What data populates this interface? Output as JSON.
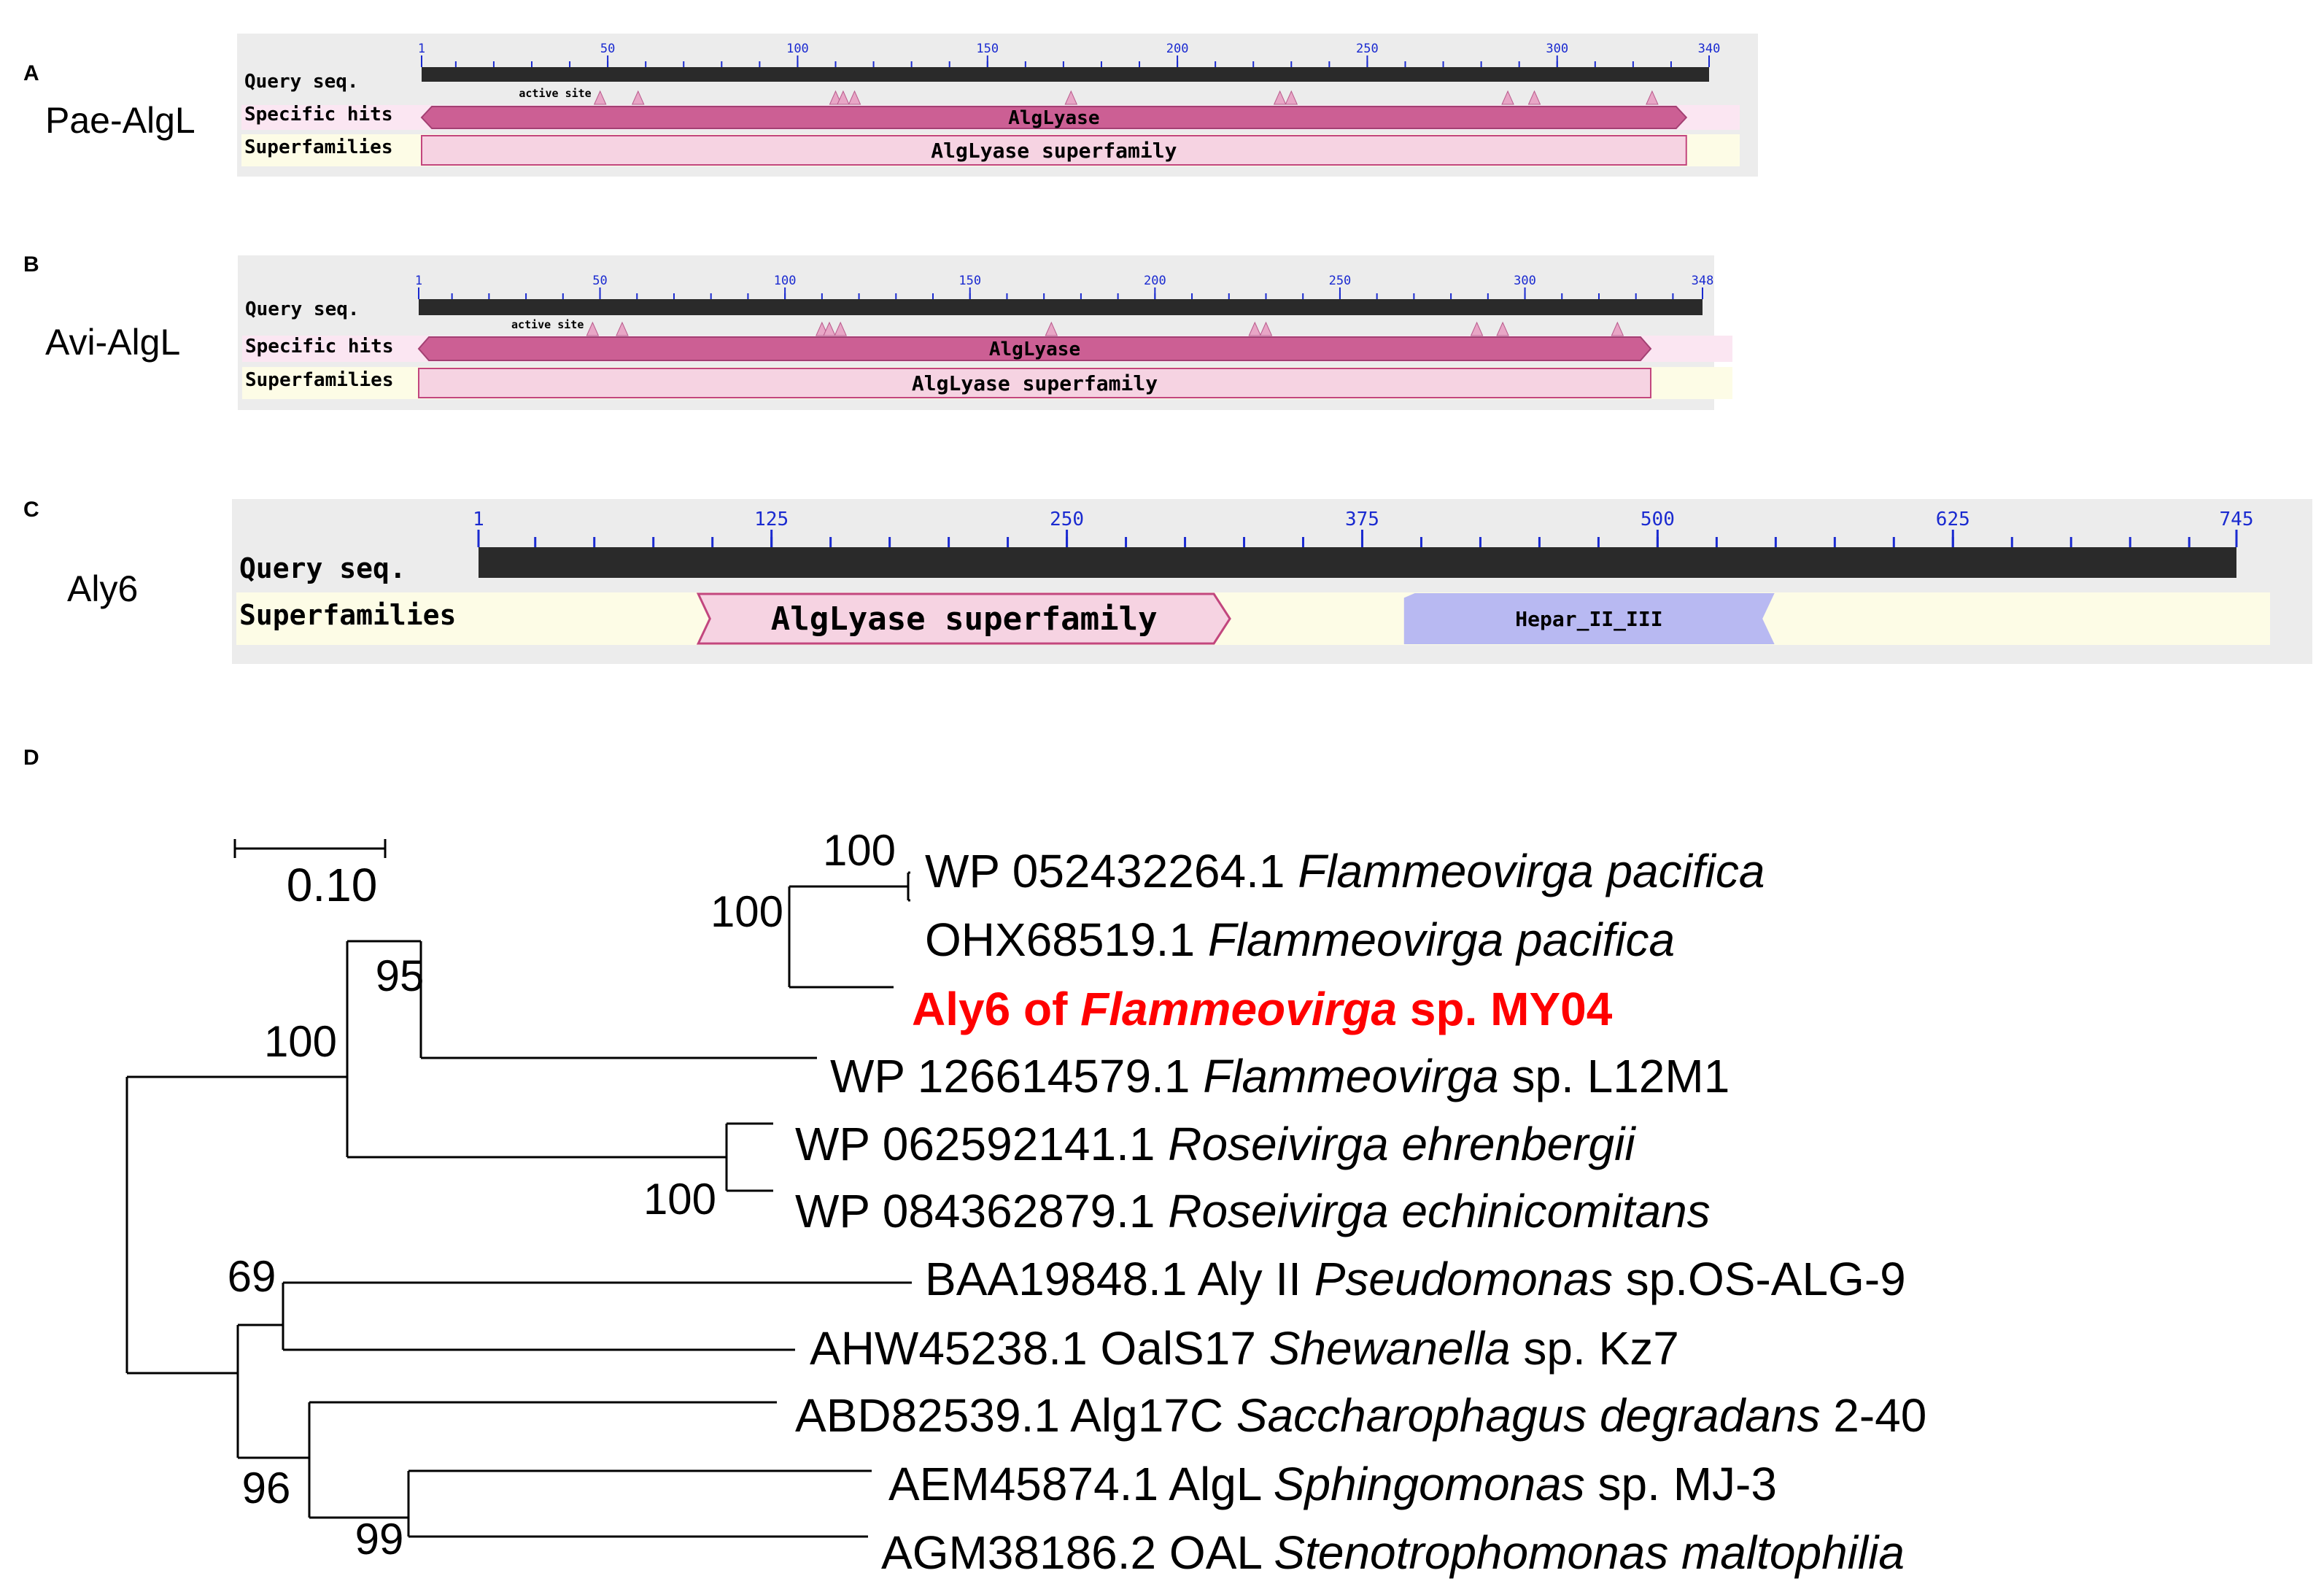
{
  "panels": [
    {
      "letter": "A",
      "protein": "Pae-AlgL",
      "row_labels": {
        "query": "Query seq.",
        "specific": "Specific hits",
        "superfamilies": "Superfamilies"
      },
      "active_site_label": "active site",
      "seq_length": 340,
      "ticks": [
        1,
        50,
        100,
        150,
        200,
        250,
        300,
        340
      ],
      "active_sites": [
        48,
        58,
        110,
        112,
        115,
        172,
        227,
        230,
        287,
        294,
        325
      ],
      "specific_hit": {
        "label": "AlgLyase",
        "start": 1,
        "end": 334,
        "color": "#cc5f94"
      },
      "superfamily": {
        "label": "AlgLyase superfamily",
        "start": 1,
        "end": 334
      }
    },
    {
      "letter": "B",
      "protein": "Avi-AlgL",
      "row_labels": {
        "query": "Query seq.",
        "specific": "Specific hits",
        "superfamilies": "Superfamilies"
      },
      "active_site_label": "active site",
      "seq_length": 348,
      "ticks": [
        1,
        50,
        100,
        150,
        200,
        250,
        300,
        348
      ],
      "active_sites": [
        48,
        56,
        110,
        112,
        115,
        172,
        227,
        230,
        287,
        294,
        325
      ],
      "specific_hit": {
        "label": "AlgLyase",
        "start": 1,
        "end": 334,
        "color": "#cc5f94"
      },
      "superfamily": {
        "label": "AlgLyase superfamily",
        "start": 1,
        "end": 334
      }
    },
    {
      "letter": "C",
      "protein": "Aly6",
      "row_labels": {
        "query": "Query seq.",
        "superfamilies": "Superfamilies"
      },
      "seq_length": 745,
      "ticks": [
        1,
        125,
        250,
        375,
        500,
        625,
        745
      ],
      "domains": [
        {
          "label": "AlgLyase superfamily",
          "start": 94,
          "end": 319,
          "color": "#f6d3e2",
          "stroke": "#c2467e"
        },
        {
          "label": "Hepar_II_III",
          "start": 393,
          "end": 549,
          "color": "#b8b9f2",
          "stroke": "#b8b9f2"
        }
      ]
    }
  ],
  "tree": {
    "letter": "D",
    "scale_label": "0.10",
    "highlight_color": "#ff0000",
    "leaves": [
      {
        "parts": [
          [
            "WP 052432264.1 ",
            false
          ],
          [
            "Flammeovirga pacifica",
            true
          ]
        ]
      },
      {
        "parts": [
          [
            "OHX68519.1 ",
            false
          ],
          [
            "Flammeovirga pacifica",
            true
          ]
        ]
      },
      {
        "highlight": true,
        "parts": [
          [
            "Aly6 of ",
            false
          ],
          [
            "Flammeovirga",
            true
          ],
          [
            " sp. MY04",
            false
          ]
        ]
      },
      {
        "parts": [
          [
            "WP 126614579.1 ",
            false
          ],
          [
            "Flammeovirga",
            true
          ],
          [
            " sp. L12M1",
            false
          ]
        ]
      },
      {
        "parts": [
          [
            "WP 062592141.1 ",
            false
          ],
          [
            "Roseivirga ehrenbergii",
            true
          ]
        ]
      },
      {
        "parts": [
          [
            "WP 084362879.1 ",
            false
          ],
          [
            "Roseivirga echinicomitans",
            true
          ]
        ]
      },
      {
        "parts": [
          [
            "BAA19848.1 Aly II ",
            false
          ],
          [
            "Pseudomonas",
            true
          ],
          [
            " sp.OS-ALG-9",
            false
          ]
        ]
      },
      {
        "parts": [
          [
            "AHW45238.1 OalS17 ",
            false
          ],
          [
            "Shewanella",
            true
          ],
          [
            " sp. Kz7",
            false
          ]
        ]
      },
      {
        "parts": [
          [
            "ABD82539.1 Alg17C ",
            false
          ],
          [
            "Saccharophagus degradans",
            true
          ],
          [
            " 2-40",
            false
          ]
        ]
      },
      {
        "parts": [
          [
            "AEM45874.1 AlgL ",
            false
          ],
          [
            "Sphingomonas",
            true
          ],
          [
            " sp. MJ-3",
            false
          ]
        ]
      },
      {
        "parts": [
          [
            "AGM38186.2 OAL ",
            false
          ],
          [
            "Stenotrophomonas maltophilia",
            true
          ]
        ]
      }
    ],
    "bootstraps": [
      "100",
      "100",
      "95",
      "100",
      "100",
      "69",
      "96",
      "99"
    ]
  }
}
